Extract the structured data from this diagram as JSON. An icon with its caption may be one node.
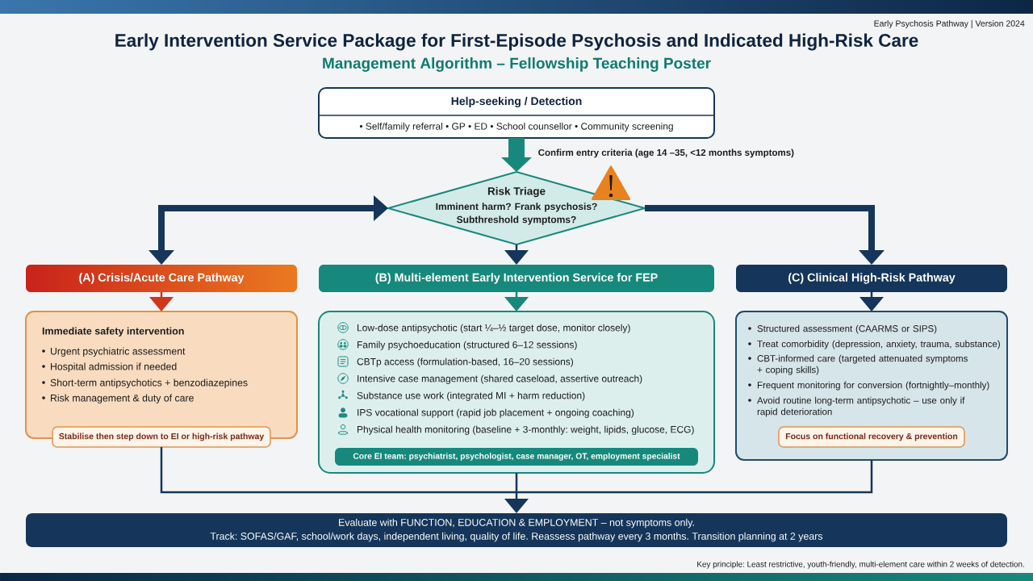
{
  "diagram": {
    "title": "Early Intervention Service Package for First-Episode Psychosis and Indicated High-Risk Care",
    "nodes": [
      {
        "text": [
          "Help-seeking / Detection",
          "• Self/family referral • GP • ED • School counsellor • Community screening"
        ]
      },
      {
        "text": [
          "Risk Triage",
          "Imminent harm? Frank psychosis? Subthreshold symptoms?"
        ]
      },
      {
        "text": [
          "(A) Crisis/Acute Care Pathway"
        ]
      },
      {
        "text": [
          "Immediate safety intervention",
          "Urgent psychiatric assessment",
          "Hospital admission if needed",
          "Short-term antipsychotics + benzodiazepines",
          "Risk management & duty of care"
        ]
      },
      {
        "text": [
          "Stabilise then step down to EI or high-risk pathway"
        ]
      },
      {
        "text": [
          "(B) Multi-element Early Intervention Service for FEP"
        ]
      },
      {
        "text": [
          "Low-dose antipsychotic (start ¼–½ target dose, monitor closely)",
          "Family psychoeducation (structured 6–12 sessions)",
          "CBTp access (formulation-based, 16–20 sessions)",
          "Intensive case management (shared caseload, assertive outreach)",
          "Substance use work (integrated MI + harm reduction)",
          "IPS vocational support (rapid job placement + ongoing coaching)",
          "Physical health monitoring (baseline + 3-monthly: weight, lipids, glucose, ECG)"
        ]
      },
      {
        "text": [
          "Core EI team: psychiatrist, psychologist, case manager, OT, employment specialist"
        ],
        "in": 6
      },
      {
        "text": [
          "(C) Clinical High-Risk Pathway"
        ]
      },
      {
        "text": [
          "Structured assessment (CAARMS or SIPS)",
          "Treat comorbidity (depression, anxiety, trauma, substance)",
          "CBT-informed care (targeted attenuated symptoms + coping skills)",
          "Frequent monitoring for conversion (fortnightly–monthly)",
          "Avoid routine long-term antipsychotic – use only if rapid deterioration"
        ]
      },
      {
        "text": [
          "Focus on functional recovery & prevention"
        ],
        "in": 9
      },
      {
        "text": [
          "Evaluate with FUNCTION, EDUCATION & EMPLOYMENT – not symptoms only.",
          "Track: SOFAS/GAF, school/work days, independent living, quality of life. Reassess pathway every 3 months. Transition planning at 2 years"
        ]
      }
    ],
    "edges": [
      {
        "from": 0,
        "to": 1,
        "arrow": "to",
        "label": "Confirm entry criteria (age 14 –35, <12 months symptoms)",
        "style": "thick",
        "color": "#17897c"
      },
      {
        "from": 1,
        "to": 2,
        "arrow": "both",
        "style": "thick"
      },
      {
        "from": 1,
        "to": 5,
        "arrow": "to"
      },
      {
        "from": 1,
        "to": 8,
        "arrow": "to",
        "style": "thick"
      },
      {
        "from": 2,
        "to": 3,
        "arrow": "to",
        "color": "#d0361c"
      },
      {
        "from": 5,
        "to": 6,
        "arrow": "to",
        "color": "#17897c"
      },
      {
        "from": 8,
        "to": 9,
        "arrow": "to"
      },
      {
        "from": 4,
        "to": 11,
        "arrow": "to"
      },
      {
        "from": 6,
        "to": 11,
        "arrow": "to"
      },
      {
        "from": 9,
        "to": 11,
        "arrow": "to"
      }
    ],
    "labels": [
      "Early Psychosis Pathway | Version 2024",
      "Management Algorithm – Fellowship Teaching Poster",
      "Key principle: Least restrictive, youth-friendly, multi-element care within 2 weeks of detection."
    ]
  }
}
